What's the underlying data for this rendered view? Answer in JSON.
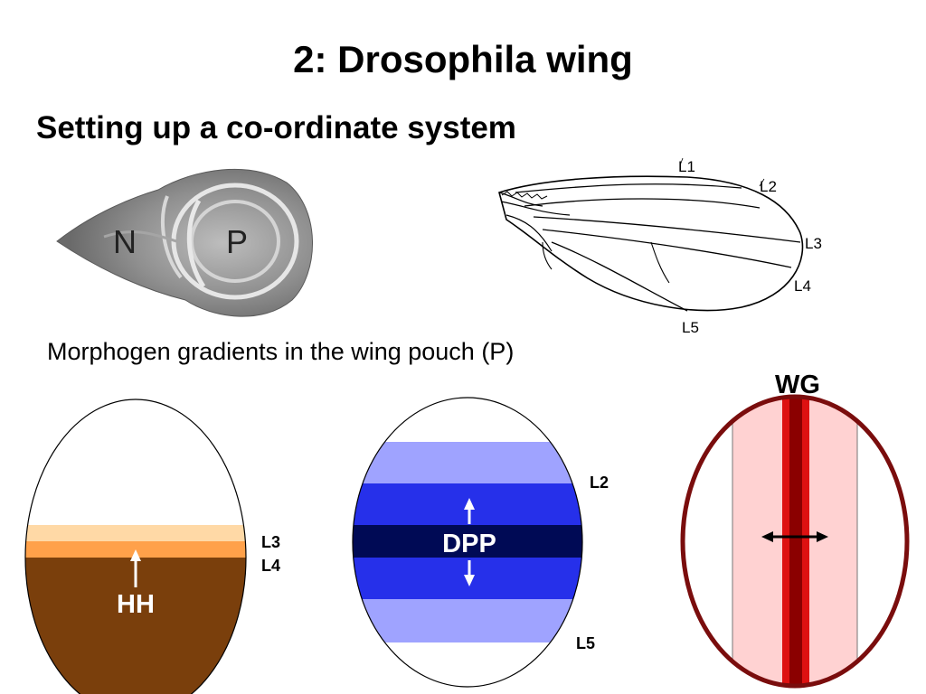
{
  "title": "2: Drosophila wing",
  "subtitle": "Setting up a co-ordinate system",
  "caption": "Morphogen gradients in the wing pouch (P)",
  "disc": {
    "n_label": "N",
    "p_label": "P"
  },
  "wing": {
    "veins": [
      "L1",
      "L2",
      "L3",
      "L4",
      "L5"
    ]
  },
  "hh_panel": {
    "label": "HH",
    "l3": "L3",
    "l4": "L4",
    "colors": {
      "top": "#ffffff",
      "stripe_light": "#ffd9a6",
      "stripe": "#ffa14a",
      "bottom": "#7a3f0c"
    }
  },
  "dpp_panel": {
    "label": "DPP",
    "l2": "L2",
    "l5": "L5",
    "colors": {
      "outer": "#ffffff",
      "light": "#9fa3ff",
      "mid": "#2630ea",
      "dark": "#000a55"
    }
  },
  "wg_panel": {
    "label": "WG",
    "colors": {
      "border": "#7a0d0d",
      "pink": "#ffd2d2",
      "stripe": "#dd1111",
      "core": "#8b0000"
    }
  }
}
